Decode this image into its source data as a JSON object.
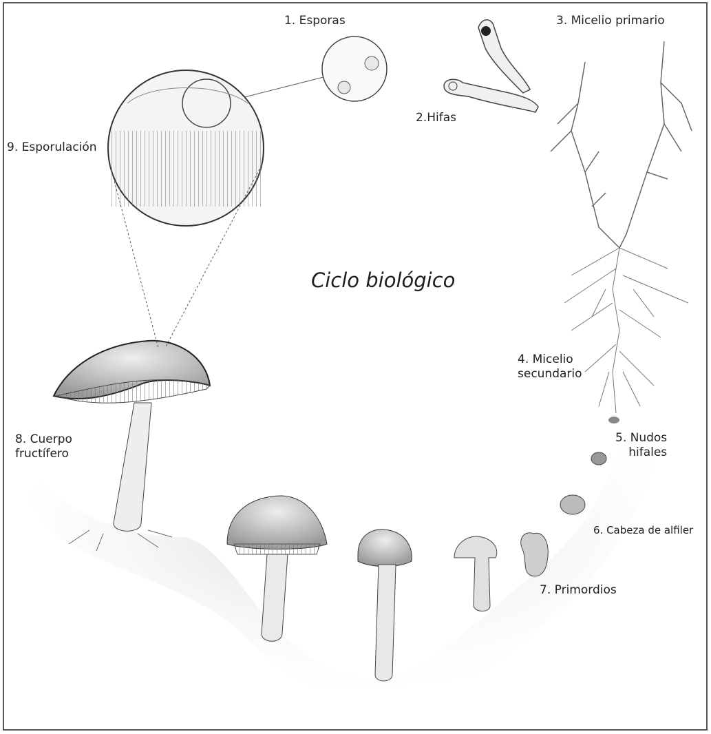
{
  "diagram": {
    "title": "Ciclo biológico",
    "stages": [
      {
        "id": "esporas",
        "label": "1. Esporas"
      },
      {
        "id": "hifas",
        "label": "2.Hifas"
      },
      {
        "id": "micelio-primario",
        "label": "3. Micelio primario"
      },
      {
        "id": "micelio-secundario",
        "lines": [
          "4. Micelio",
          "secundario"
        ]
      },
      {
        "id": "nudos-hifales",
        "lines": [
          "5. Nudos",
          "hifales"
        ]
      },
      {
        "id": "cabeza-de-alfiler",
        "label": "6. Cabeza de alfiler"
      },
      {
        "id": "primordios",
        "label": "7. Primordios"
      },
      {
        "id": "cuerpo-fructifero",
        "lines": [
          "8. Cuerpo",
          "fructífero"
        ]
      },
      {
        "id": "esporulacion",
        "label": "9. Esporulación"
      }
    ]
  },
  "colors": {
    "ink": "#222222",
    "pencil": "#555555",
    "shade": "#9a9a9a",
    "paper": "#ffffff"
  }
}
